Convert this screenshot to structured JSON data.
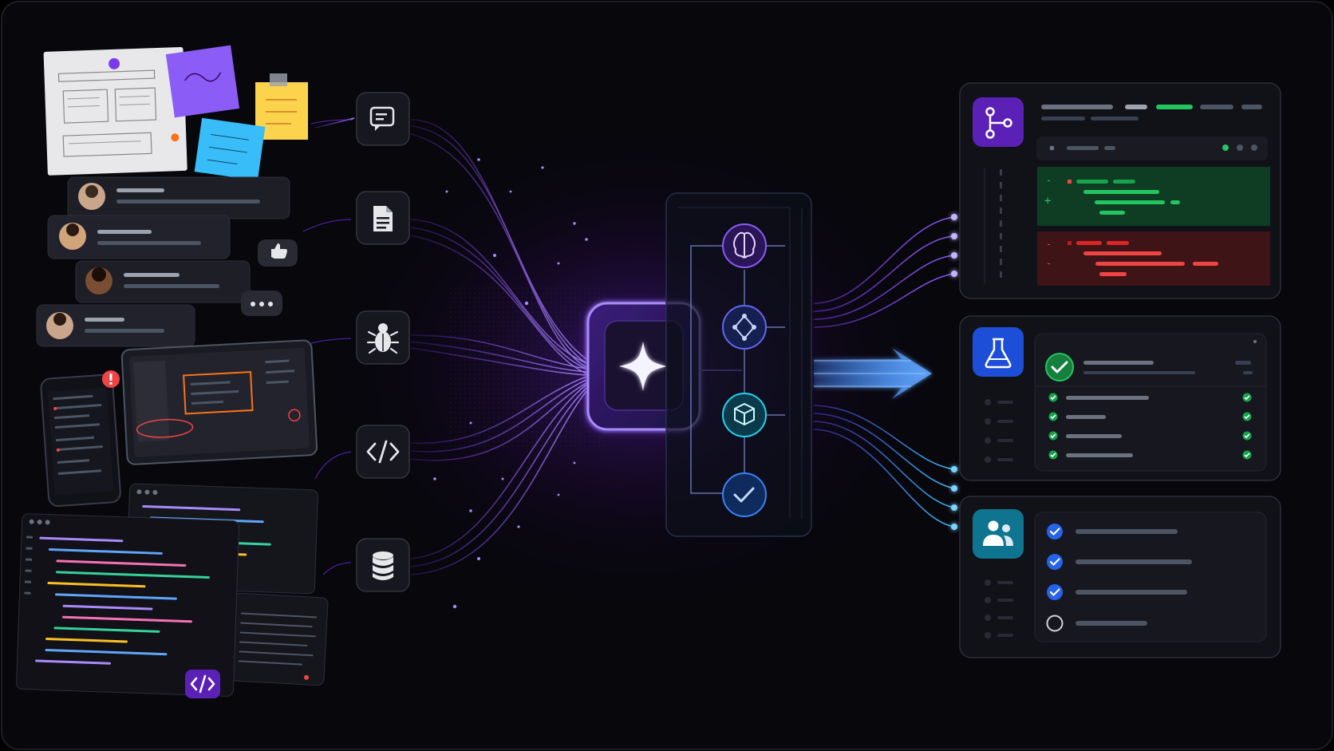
{
  "colors": {
    "background": "#07070c",
    "frame": "#14141c",
    "purple": "#8b5cf6",
    "violet_glow": "#a78bfa",
    "blue": "#3b82f6",
    "cyan": "#22d3ee",
    "green": "#22c55e",
    "red": "#ef4444",
    "sticky_purple": "#8b5cf6",
    "sticky_yellow": "#fcd34d",
    "sticky_blue": "#38bdf8"
  },
  "inputs": {
    "icons": [
      "chat-icon",
      "document-icon",
      "bug-icon",
      "code-icon",
      "database-icon"
    ],
    "people": [
      "avatar-woman",
      "avatar-man-beard",
      "avatar-woman-curly",
      "avatar-man"
    ],
    "reactions": [
      "thumbs-up-icon",
      "ellipsis-icon"
    ]
  },
  "core": {
    "hub_icon": "sparkle-icon",
    "pipeline": [
      "brain-icon",
      "network-icon",
      "cube-icon",
      "check-icon"
    ]
  },
  "outputs": {
    "cards": [
      {
        "icon": "git-branch-icon",
        "kind": "code-diff"
      },
      {
        "icon": "flask-icon",
        "kind": "test-results",
        "checks": [
          true,
          true,
          true,
          true
        ]
      },
      {
        "icon": "users-icon",
        "kind": "task-list",
        "checks": [
          true,
          true,
          true,
          false
        ]
      }
    ]
  },
  "editor": {
    "badge_icon": "code-icon"
  }
}
